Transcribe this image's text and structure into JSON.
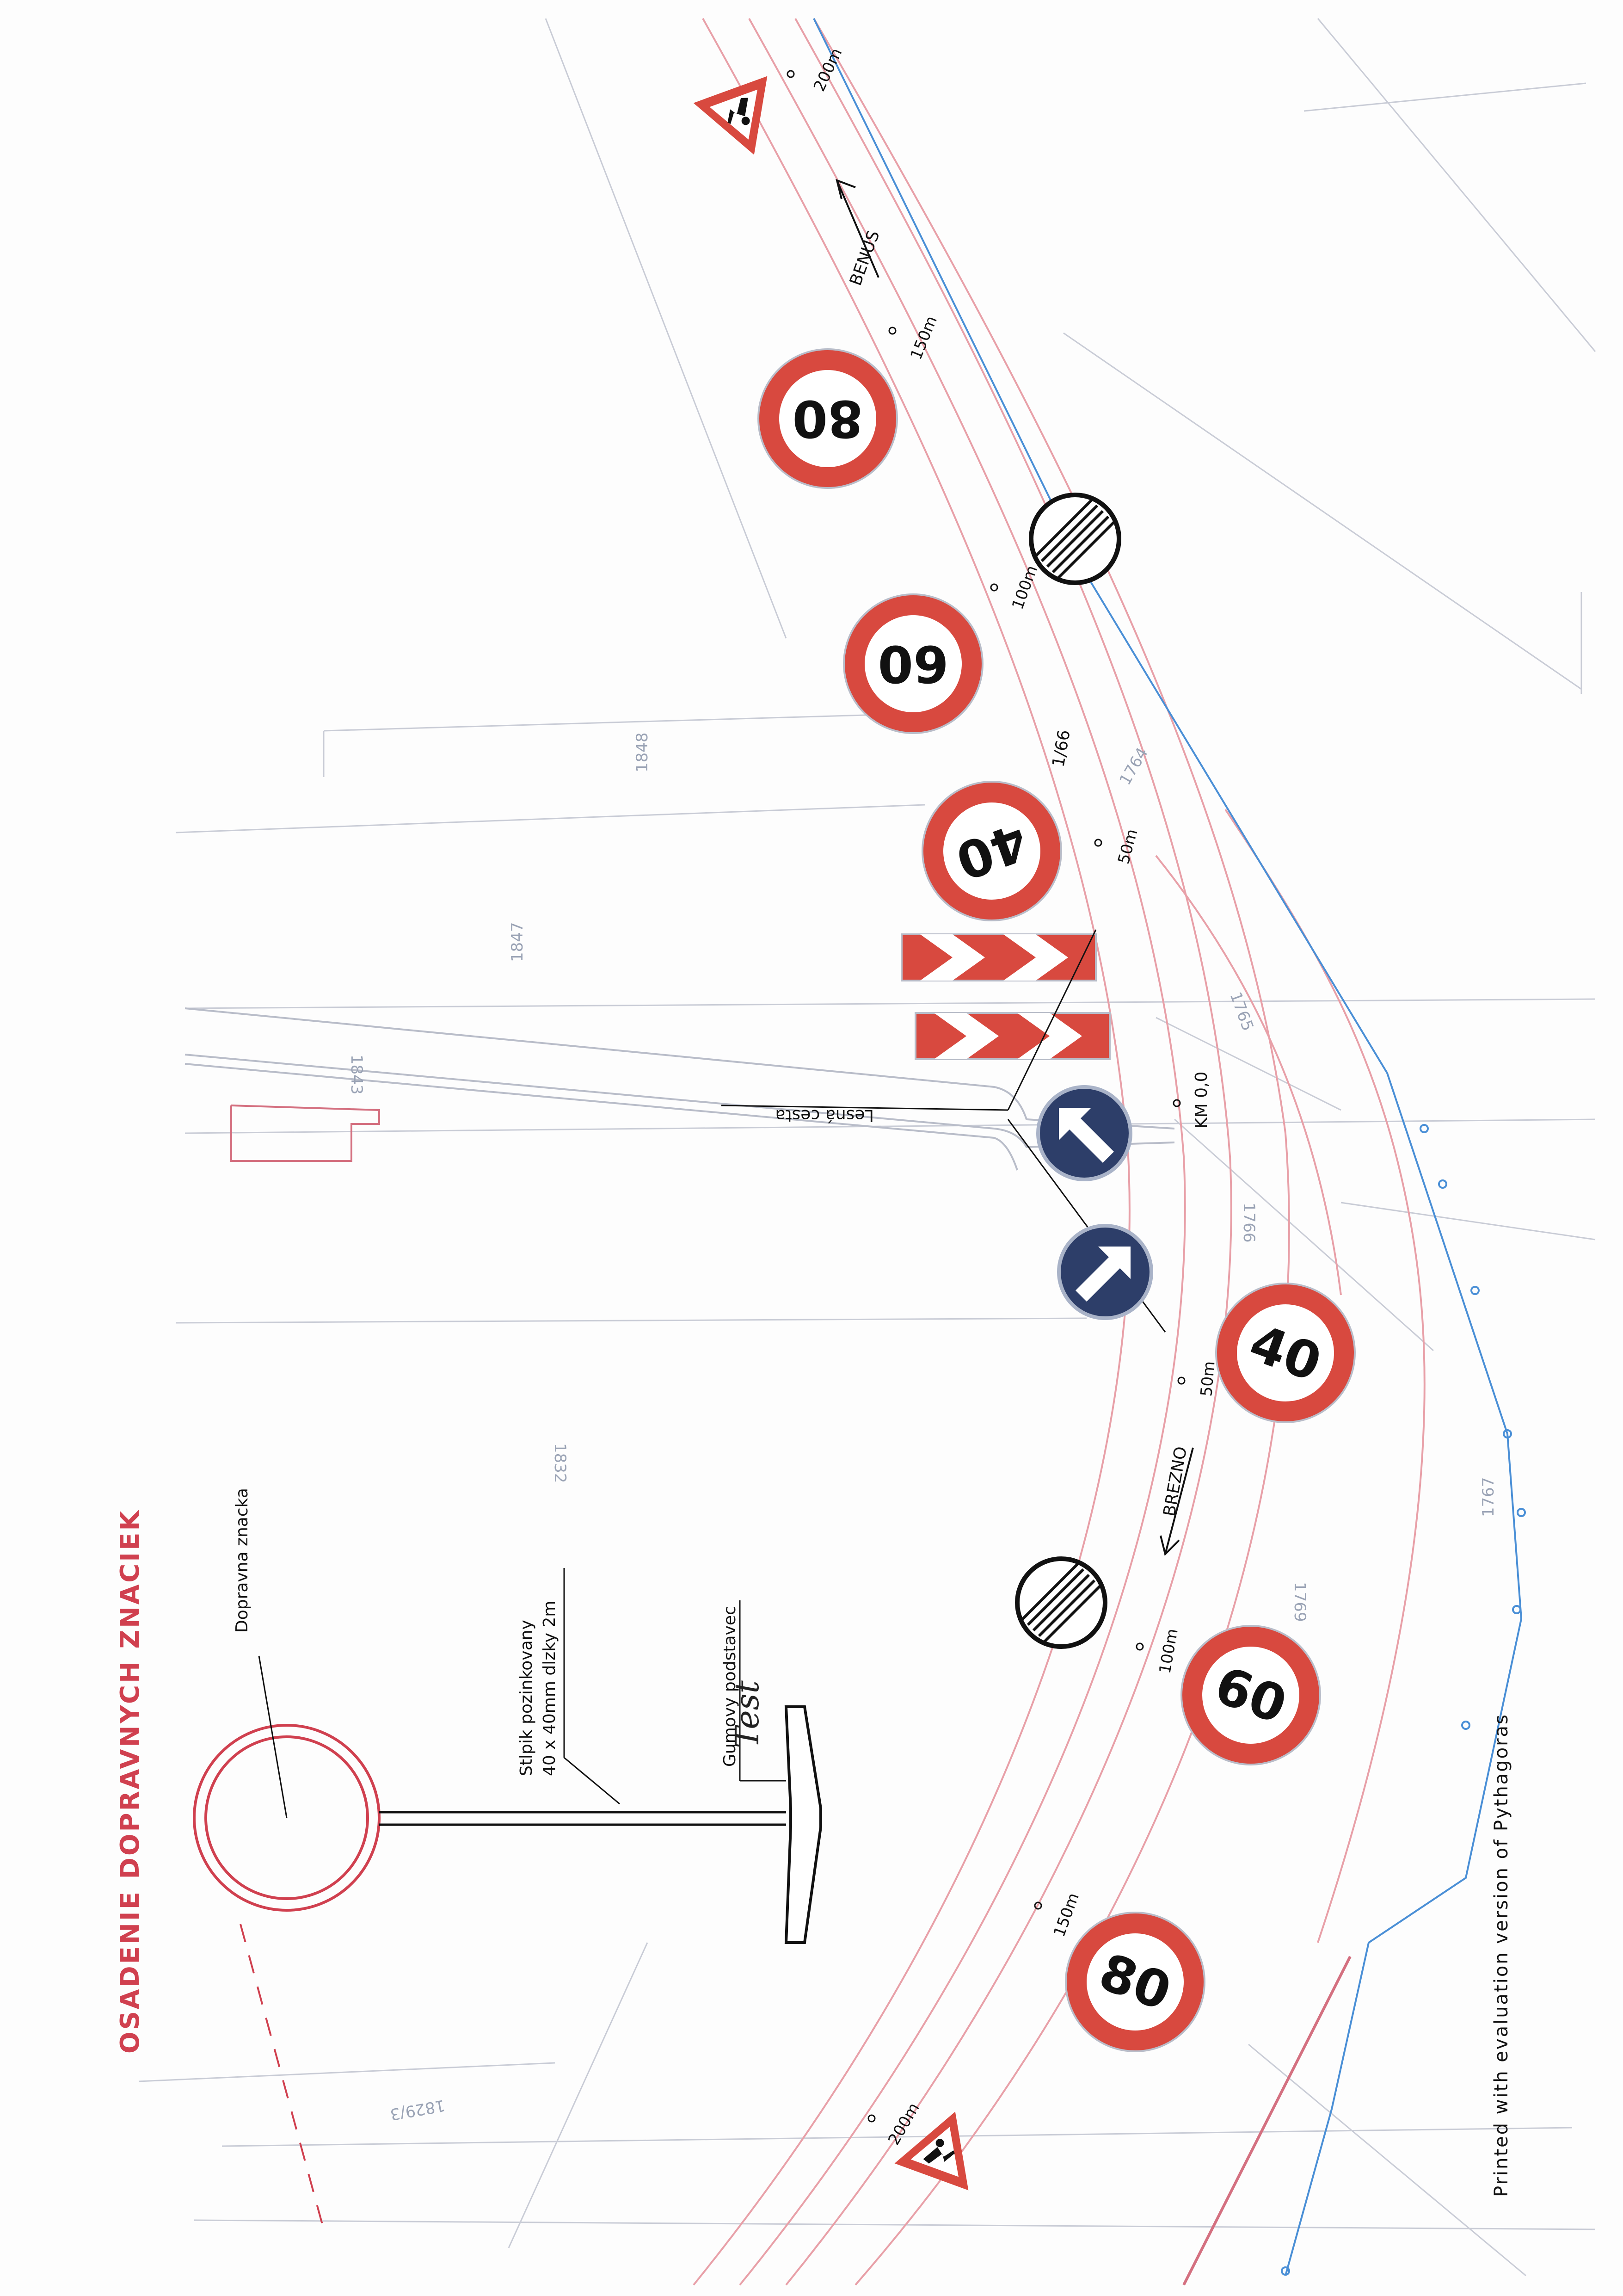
{
  "title": "OSADENIE DOPRAVNYCH ZNACIEK",
  "footer": "Printed with evaluation version of Pythagoras",
  "legend": {
    "sign_label": "Dopravna znacka",
    "post_line1": "Stlpik pozinkovany",
    "post_line2": "40 x 40mm dlzky 2m",
    "base_label": "Gumovy podstavec",
    "handwritten": "Test"
  },
  "road": {
    "direction_north": "BENUS",
    "direction_south": "BREZNO",
    "km_label": "KM 0,0",
    "side_road": "Lesná cesta",
    "distances_north": [
      "50m",
      "100m",
      "150m",
      "200m"
    ],
    "distances_south": [
      "50m",
      "100m",
      "150m",
      "200m"
    ]
  },
  "parcels": [
    "1843",
    "1847",
    "1848",
    "1764",
    "1765",
    "1766",
    "1767",
    "1769",
    "1832",
    "1829/3",
    "1/66"
  ],
  "signs": {
    "speed_north": [
      "80",
      "60",
      "40"
    ],
    "speed_south": [
      "40",
      "60",
      "80"
    ],
    "warning": "roadworks-icon",
    "end_of_restrictions": "end-restrictions-icon",
    "keep_left": "keep-left-arrow-icon",
    "chevron_board": "chevron-board-icon"
  },
  "colors": {
    "sign_red": "#d8493f",
    "sign_blue": "#2d3e69",
    "road_pink": "#e8a0a8",
    "water_blue": "#4a8fd6",
    "title_red": "#d0404f"
  }
}
